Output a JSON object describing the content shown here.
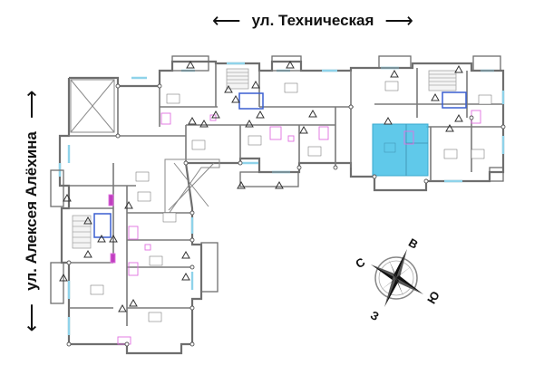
{
  "streets": {
    "top": {
      "label": "ул. Техническая",
      "arrow_left": "⟵",
      "arrow_right": "⟶"
    },
    "left": {
      "label": "ул. Алексея Алёхина",
      "arrow_up": "⟶",
      "arrow_down": "⟵"
    }
  },
  "compass": {
    "north": "С",
    "east": "В",
    "south": "Ю",
    "west": "З"
  },
  "highlight": {
    "color": "#4fc3e8",
    "description": "selected-apartment"
  },
  "colors": {
    "wall": "#6e6e6e",
    "window": "#8fd3ea",
    "plumbing": "#e070e0",
    "elevator": "#3a5fd0"
  }
}
